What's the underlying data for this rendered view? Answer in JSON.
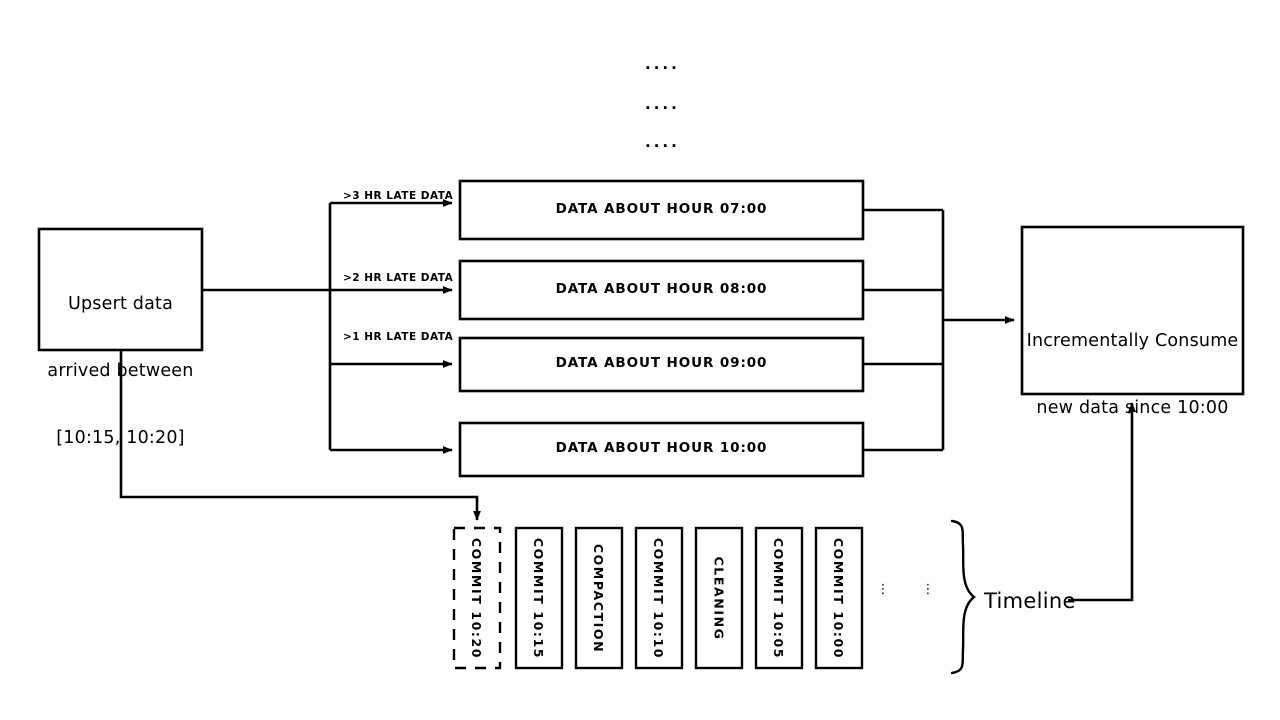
{
  "diagram": {
    "title": "Hudi incremental query timeline diagram",
    "stroke_color": "#000000",
    "background_color": "#ffffff",
    "source_box": {
      "line1": "Upsert data",
      "line2": "arrived between",
      "line3": "[10:15, 10:20]"
    },
    "sink_box": {
      "line1": "Incrementally Consume",
      "line2": "new data since 10:00"
    },
    "arrow_labels": [
      {
        "text": ">3 hr late data"
      },
      {
        "text": ">2 hr late data"
      },
      {
        "text": ">1 hr late data"
      },
      {
        "text": ""
      }
    ],
    "partition_boxes": [
      {
        "label": "Data about hour 07:00"
      },
      {
        "label": "Data about hour 08:00"
      },
      {
        "label": "Data about hour 09:00"
      },
      {
        "label": "Data about hour 10:00"
      }
    ],
    "vertical_ellipsis_top": [
      {
        "dots": "...."
      },
      {
        "dots": "...."
      },
      {
        "dots": "...."
      }
    ],
    "timeline": {
      "label": "Timeline",
      "commits": [
        {
          "label": "COMMIT 10:20",
          "style": "dashed"
        },
        {
          "label": "COMMIT 10:15",
          "style": "solid"
        },
        {
          "label": "COMPACTION",
          "style": "solid"
        },
        {
          "label": "COMMIT 10:10",
          "style": "solid"
        },
        {
          "label": "CLEANING",
          "style": "solid"
        },
        {
          "label": "COMMIT 10:05",
          "style": "solid"
        },
        {
          "label": "COMMIT 10:00",
          "style": "solid"
        }
      ],
      "ellipsis": [
        {
          "dots": "⋮"
        },
        {
          "dots": "⋮"
        }
      ]
    }
  }
}
